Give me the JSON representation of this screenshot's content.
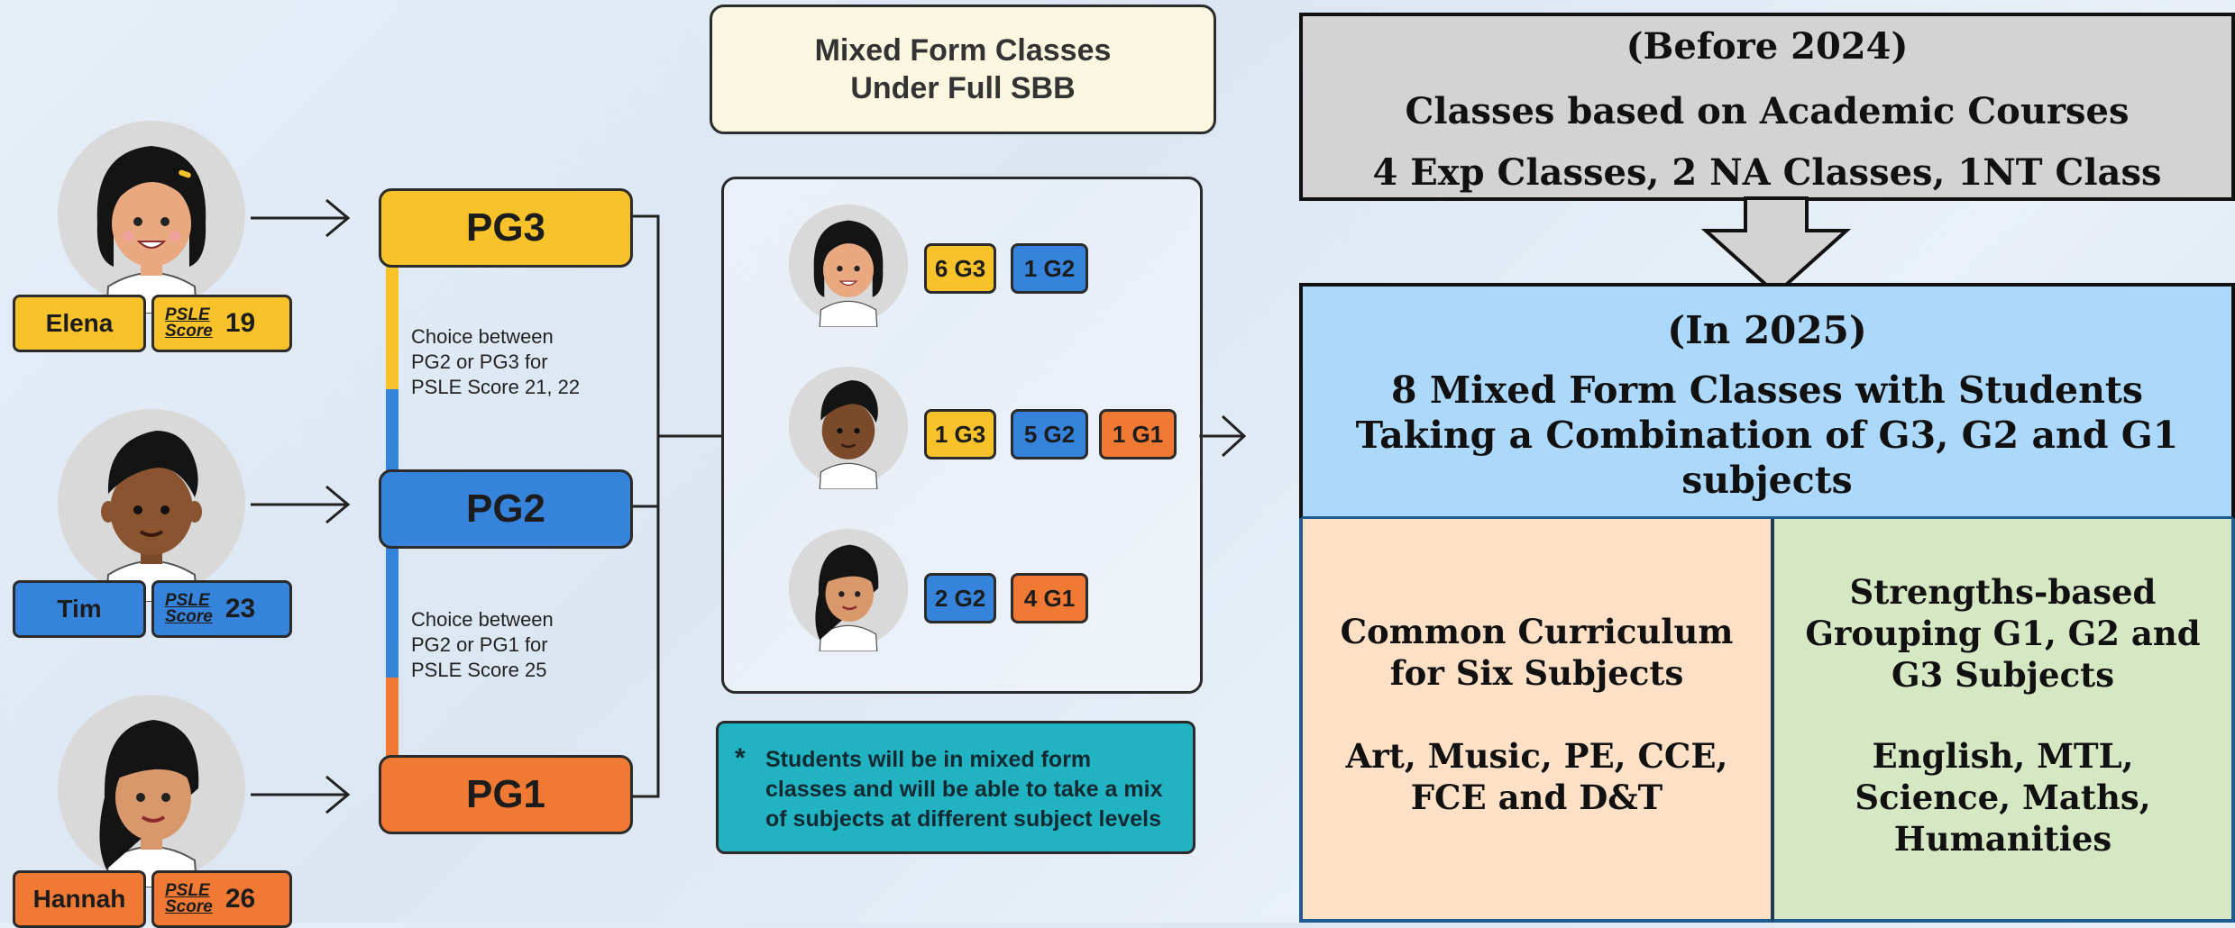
{
  "left_diagram": {
    "title_line1": "Mixed Form Classes",
    "title_line2": "Under Full SBB",
    "students": [
      {
        "name": "Elena",
        "score_label_line1": "PSLE",
        "score_label_line2": "Score",
        "score": "19"
      },
      {
        "name": "Tim",
        "score_label_line1": "PSLE",
        "score_label_line2": "Score",
        "score": "23"
      },
      {
        "name": "Hannah",
        "score_label_line1": "PSLE",
        "score_label_line2": "Score",
        "score": "26"
      }
    ],
    "posting_groups": [
      "PG3",
      "PG2",
      "PG1"
    ],
    "choice_upper": [
      "Choice between",
      "PG2 or PG3 for",
      "PSLE Score 21, 22"
    ],
    "choice_lower": [
      "Choice between",
      "PG2 or PG1 for",
      "PSLE Score 25"
    ],
    "class_rows": [
      {
        "chips": [
          {
            "text": "6 G3",
            "color": "#f8c22b"
          },
          {
            "text": "1 G2",
            "color": "#3583db"
          }
        ]
      },
      {
        "chips": [
          {
            "text": "1 G3",
            "color": "#f8c22b"
          },
          {
            "text": "5 G2",
            "color": "#3583db"
          },
          {
            "text": "1 G1",
            "color": "#f07a33"
          }
        ]
      },
      {
        "chips": [
          {
            "text": "2 G2",
            "color": "#3583db"
          },
          {
            "text": "4 G1",
            "color": "#f07a33"
          }
        ]
      }
    ],
    "note_star": "*",
    "note_lines": [
      "Students will be in mixed form",
      "classes and will be able to take a mix",
      "of subjects at different subject levels"
    ],
    "colors": {
      "pg3": "#f8c22b",
      "pg2": "#3583db",
      "pg1": "#f07a33",
      "note": "#21b3c2"
    }
  },
  "right_panel": {
    "before": {
      "heading": "(Before 2024)",
      "line1": "Classes based on Academic Courses",
      "line2": "4 Exp Classes, 2 NA Classes, 1NT Class"
    },
    "in2025": {
      "heading": "(In 2025)",
      "line1": "8 Mixed Form Classes with Students",
      "line2": "Taking a Combination of G3, G2 and G1",
      "line3": "subjects"
    },
    "common": {
      "title_line1": "Common Curriculum",
      "title_line2": "for Six Subjects",
      "subjects_line1": "Art, Music, PE, CCE,",
      "subjects_line2": "FCE and D&T"
    },
    "strengths": {
      "title_line1": "Strengths-based",
      "title_line2": "Grouping G1, G2 and",
      "title_line3": "G3 Subjects",
      "subjects_line1": "English, MTL,",
      "subjects_line2": "Science, Maths,",
      "subjects_line3": "Humanities"
    },
    "colors": {
      "before_bg": "#d3d3d3",
      "in2025_bg": "#acd8fb",
      "common_bg": "#fde0c6",
      "strengths_bg": "#d6e7c4"
    }
  }
}
